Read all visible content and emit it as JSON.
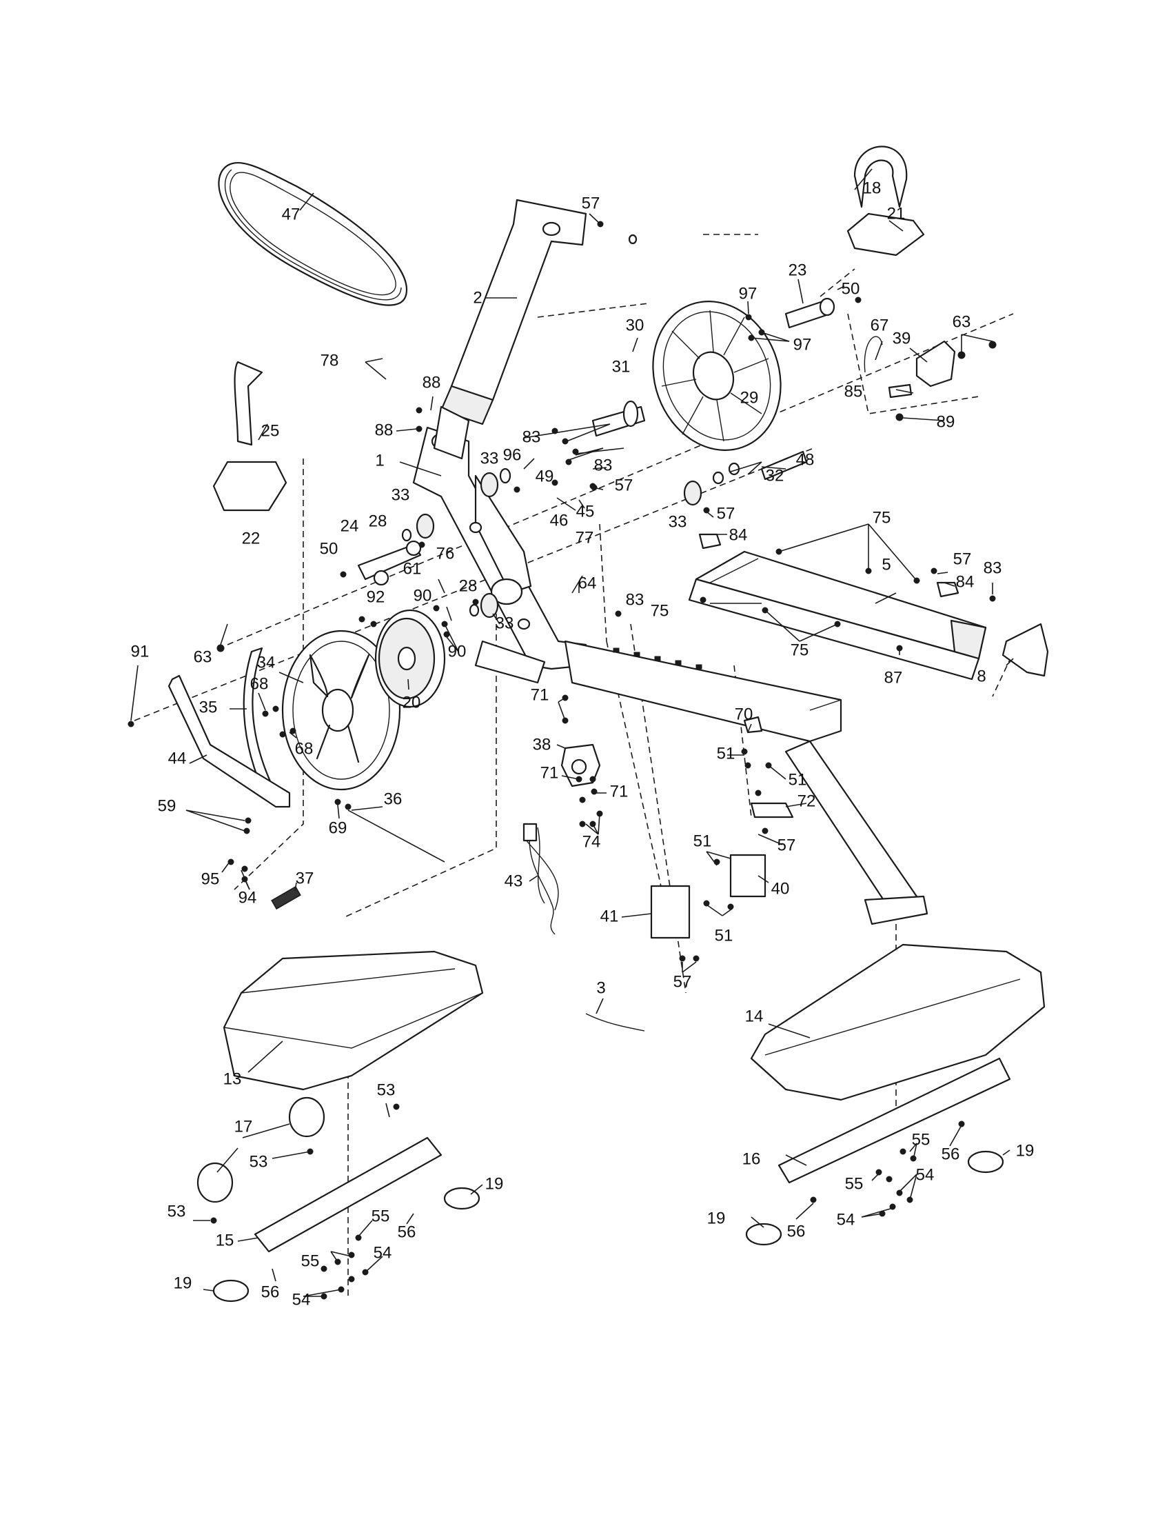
{
  "labels": {
    "p1": "1",
    "p2": "2",
    "p3": "3",
    "p5": "5",
    "p8": "8",
    "p13": "13",
    "p14": "14",
    "p15": "15",
    "p16": "16",
    "p17": "17",
    "p18": "18",
    "p19a": "19",
    "p19b": "19",
    "p19c": "19",
    "p19d": "19",
    "p20": "20",
    "p21": "21",
    "p22": "22",
    "p23": "23",
    "p24": "24",
    "p25": "25",
    "p28a": "28",
    "p28b": "28",
    "p29": "29",
    "p30": "30",
    "p31": "31",
    "p32": "32",
    "p33a": "33",
    "p33b": "33",
    "p33c": "33",
    "p33d": "33",
    "p34": "34",
    "p35": "35",
    "p36": "36",
    "p37": "37",
    "p38": "38",
    "p39": "39",
    "p40": "40",
    "p41": "41",
    "p43": "43",
    "p44": "44",
    "p45": "45",
    "p46": "46",
    "p47": "47",
    "p48": "48",
    "p49": "49",
    "p50a": "50",
    "p50b": "50",
    "p51a": "51",
    "p51b": "51",
    "p51c": "51",
    "p51d": "51",
    "p53a": "53",
    "p53b": "53",
    "p53c": "53",
    "p54a": "54",
    "p54b": "54",
    "p54c": "54",
    "p54d": "54",
    "p55a": "55",
    "p55b": "55",
    "p55c": "55",
    "p55d": "55",
    "p56a": "56",
    "p56b": "56",
    "p56c": "56",
    "p56d": "56",
    "p57a": "57",
    "p57b": "57",
    "p57c": "57",
    "p57d": "57",
    "p57e": "57",
    "p57f": "57",
    "p59": "59",
    "p61": "61",
    "p63a": "63",
    "p63b": "63",
    "p64": "64",
    "p67": "67",
    "p68a": "68",
    "p68b": "68",
    "p69": "69",
    "p70": "70",
    "p71a": "71",
    "p71b": "71",
    "p71c": "71",
    "p72": "72",
    "p74": "74",
    "p75a": "75",
    "p75b": "75",
    "p75c": "75",
    "p76": "76",
    "p77": "77",
    "p78": "78",
    "p83a": "83",
    "p83b": "83",
    "p83c": "83",
    "p83d": "83",
    "p84a": "84",
    "p84b": "84",
    "p85": "85",
    "p87": "87",
    "p88a": "88",
    "p88b": "88",
    "p89": "89",
    "p90a": "90",
    "p90b": "90",
    "p91": "91",
    "p92": "92",
    "p94": "94",
    "p95": "95",
    "p96": "96",
    "p97a": "97",
    "p97b": "97"
  }
}
